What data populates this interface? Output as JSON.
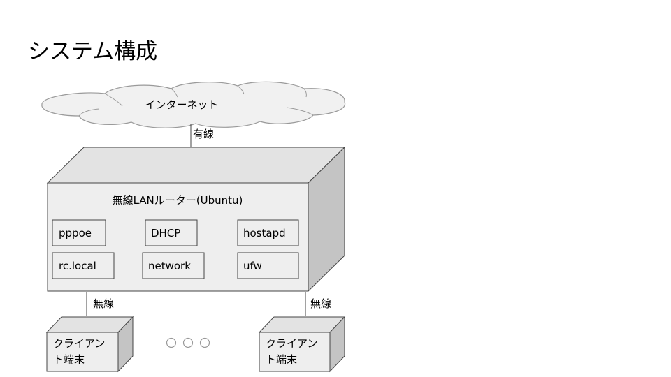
{
  "title": "システム構成",
  "internet": {
    "label": "インターネット"
  },
  "uplink": {
    "label": "有線"
  },
  "router": {
    "label": "無線LANルーター(Ubuntu)",
    "components": [
      "pppoe",
      "DHCP",
      "hostapd",
      "rc.local",
      "network",
      "ufw"
    ]
  },
  "wireless_links": {
    "left_label": "無線",
    "right_label": "無線"
  },
  "clients": [
    {
      "line1": "クライアン",
      "line2": "ト端末"
    },
    {
      "line1": "クライアン",
      "line2": "ト端末"
    }
  ],
  "colors": {
    "box_front": "#eeeeee",
    "box_top": "#e3e3e3",
    "box_side": "#c4c4c4",
    "stroke": "#444444",
    "cloud_fill": "#f1f1f1",
    "cloud_stroke": "#9a9a9a",
    "ellipsis_dot": "#999999"
  }
}
